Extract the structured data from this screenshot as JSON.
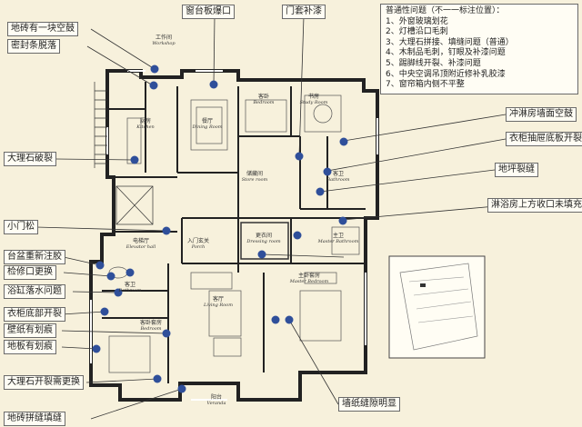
{
  "notes": {
    "title": "普通性问题（不一一标注位置）：",
    "items": [
      "1、外窗玻璃划花",
      "2、灯槽沿口毛刺",
      "3、大理石拼接、填缝问题（普通）",
      "4、木制品毛刺，钉眼及补漆问题",
      "5、踢脚线开裂、补漆问题",
      "6、中央空调吊顶附近修补乳胶漆",
      "7、窗帘箱内侧不平整"
    ]
  },
  "issues": {
    "tile_hollow": "地砖有一块空鼓",
    "seal_strip": "密封条脱落",
    "marble_crack": "大理石破裂",
    "windowsill_gap": "窗台板爆口",
    "door_paint": "门套补漆",
    "shower_wall_hollow": "冲淋房墙面空鼓",
    "cabinet_bottom_crack": "衣柜抽屉底板开裂",
    "floor_crack": "地坪裂缝",
    "shower_top_unfilled": "淋浴房上方收口未填充",
    "small_door_loose": "小门松",
    "countertop_reglue": "台盆重新注胶",
    "access_panel": "检修口更换",
    "tub_drain": "浴缸落水问题",
    "wardrobe_bottom_crack": "衣柜底部开裂",
    "wallpaper_scratch": "壁纸有划痕",
    "floor_scratch": "地板有划痕",
    "marble_replace": "大理石开裂需更换",
    "tile_joint": "地砖拼缝填缝",
    "wallpaper_seam": "墙纸缝隙明显"
  },
  "rooms": {
    "workshop": {
      "cn": "工作间",
      "en": "Workshop"
    },
    "dining": {
      "cn": "餐厅",
      "en": "Dining Room"
    },
    "kitchen": {
      "cn": "厨房",
      "en": "Kitchen"
    },
    "bedroom": {
      "cn": "客卧",
      "en": "Bedroom"
    },
    "study": {
      "cn": "书房",
      "en": "Study Room"
    },
    "storage": {
      "cn": "储藏间",
      "en": "Store room"
    },
    "bath1": {
      "cn": "客卫",
      "en": "Bathroom"
    },
    "master_bath": {
      "cn": "主卫",
      "en": "Master Bathroom"
    },
    "dressing": {
      "cn": "更衣间",
      "en": "Dressing room"
    },
    "elevator": {
      "cn": "电梯厅",
      "en": "Elevator hall"
    },
    "porch": {
      "cn": "入门玄关",
      "en": "Porch"
    },
    "bath2": {
      "cn": "客卫",
      "en": "Bathroom"
    },
    "living": {
      "cn": "客厅",
      "en": "Living Room"
    },
    "master_bed": {
      "cn": "主卧套房",
      "en": "Master Bedroom"
    },
    "guest_bed": {
      "cn": "客卧套房",
      "en": "Bedroom"
    },
    "veranda": {
      "cn": "阳台",
      "en": "Veranda"
    }
  },
  "colors": {
    "dot": "#2f4f9a",
    "background": "#f7f1dc",
    "wall": "#222222"
  }
}
